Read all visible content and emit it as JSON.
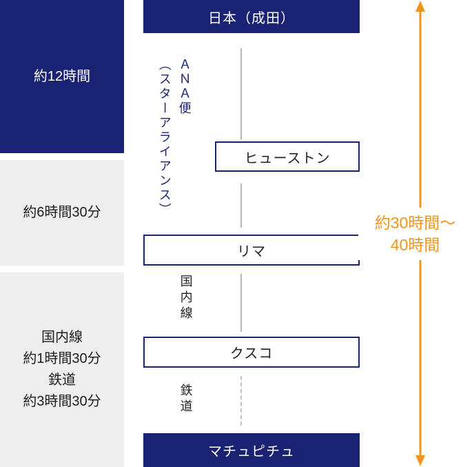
{
  "colors": {
    "navy": "#1a2373",
    "gray": "#eeeeee",
    "orange": "#f0941e",
    "line_gray": "#b8b8b8"
  },
  "durations": {
    "leg1": "約12時間",
    "leg2": "約6時間30分",
    "leg3_line1": "国内線",
    "leg3_line2": "約1時間30分",
    "leg3_line3": "鉄道",
    "leg3_line4": "約3時間30分"
  },
  "route": {
    "origin": "日本（成田）",
    "stop1": "ヒューストン",
    "stop2": "リマ",
    "stop3": "クスコ",
    "destination": "マチュピチュ"
  },
  "labels": {
    "airline_col1": "ＡＮＡ便",
    "airline_col2": "（スターアライアンス）",
    "domestic": "国内線",
    "railway": "鉄道"
  },
  "total": {
    "line1": "約30時間〜",
    "line2": "40時間"
  }
}
